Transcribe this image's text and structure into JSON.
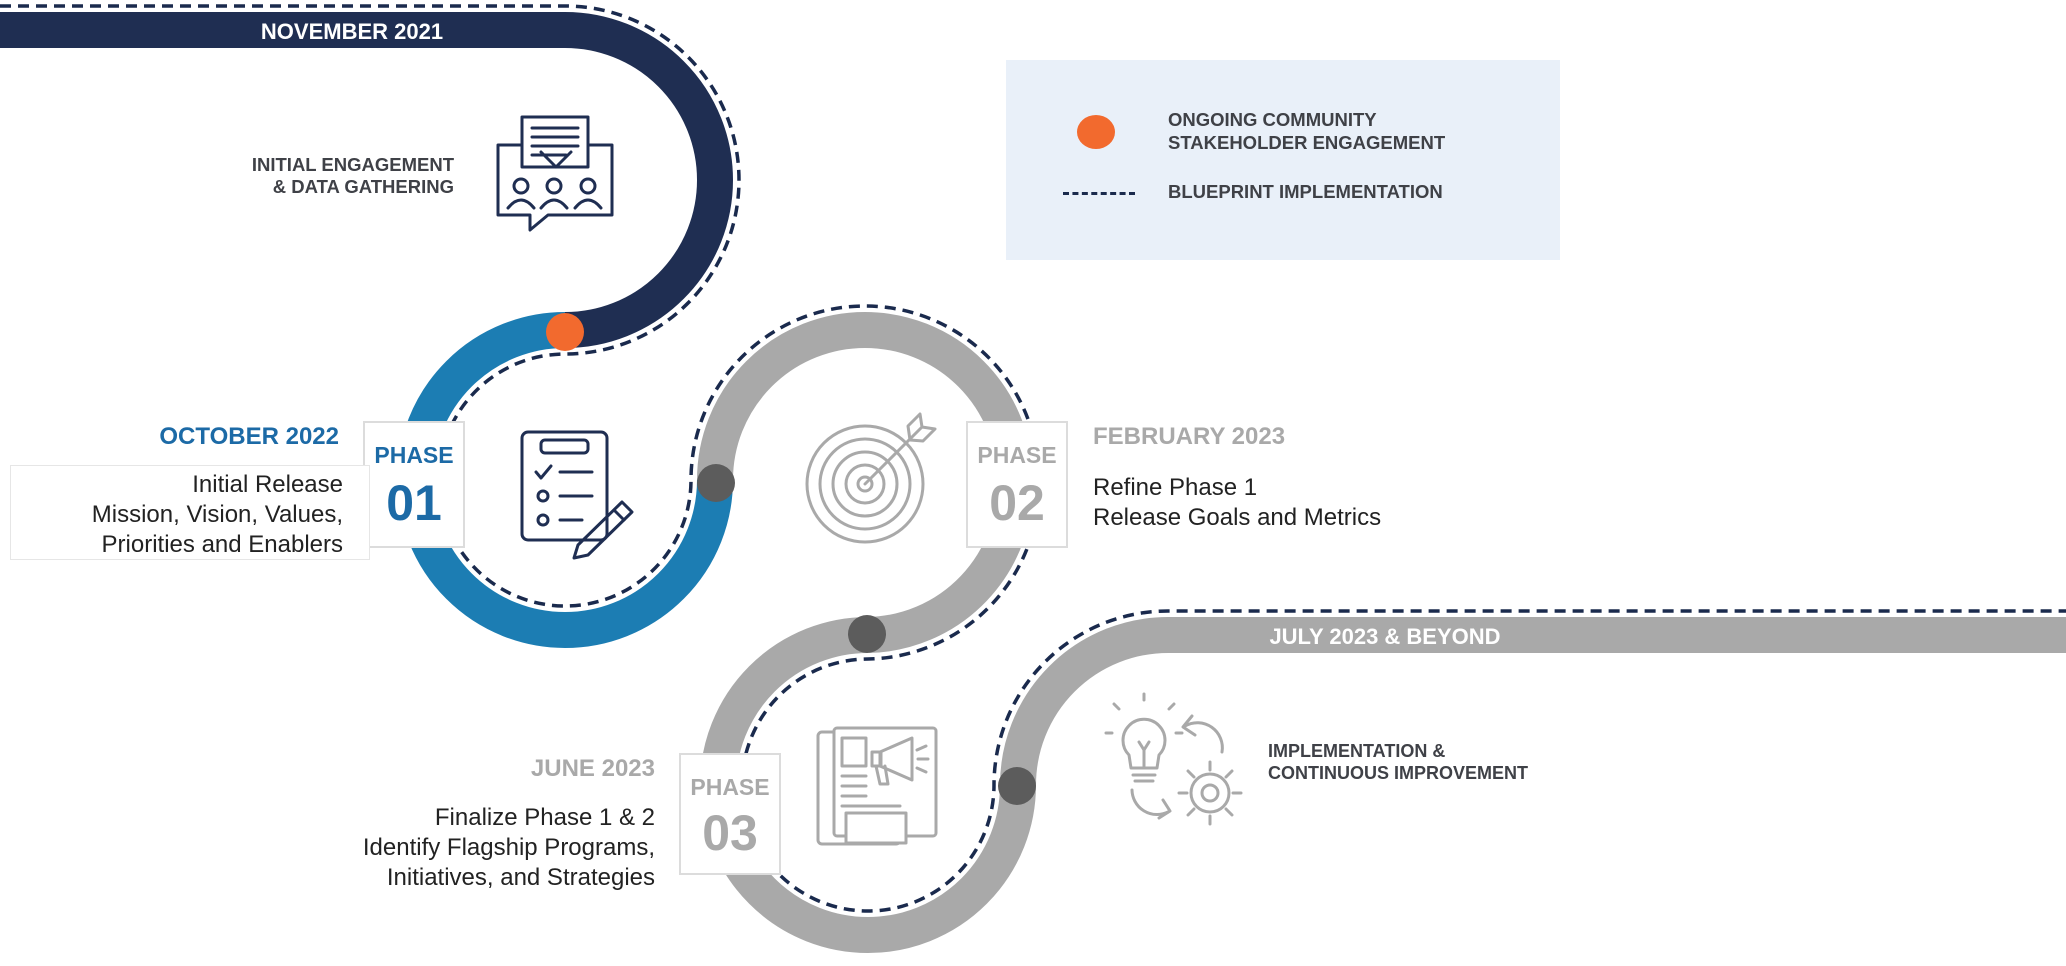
{
  "colors": {
    "navy": "#1f2e52",
    "blue": "#1c7db3",
    "gray": "#a9a9a9",
    "dark_gray": "#5c5c5c",
    "orange": "#f26a2e",
    "legend_bg": "#e9f0f9",
    "phase1_text": "#1c6aa6",
    "phase_gray_text": "#a9a9a9"
  },
  "start": {
    "date": "NOVEMBER 2021",
    "label_line1": "INITIAL ENGAGEMENT",
    "label_line2": "& DATA GATHERING",
    "icon": "community-discussion-icon"
  },
  "phases": [
    {
      "phase_word": "PHASE",
      "number": "01",
      "date": "OCTOBER 2022",
      "lines": [
        "Initial Release",
        "Mission, Vision, Values,",
        "Priorities and Enablers"
      ],
      "icon": "checklist-clipboard-icon"
    },
    {
      "phase_word": "PHASE",
      "number": "02",
      "date": "FEBRUARY 2023",
      "lines": [
        "Refine Phase 1",
        "Release Goals and Metrics"
      ],
      "icon": "target-arrow-icon"
    },
    {
      "phase_word": "PHASE",
      "number": "03",
      "date": "JUNE 2023",
      "lines": [
        "Finalize Phase 1 & 2",
        "Identify Flagship Programs,",
        "Initiatives, and Strategies"
      ],
      "icon": "newspaper-megaphone-icon"
    }
  ],
  "end": {
    "date": "JULY 2023 & BEYOND",
    "label_line1": "IMPLEMENTATION &",
    "label_line2": "CONTINUOUS IMPROVEMENT",
    "icon": "lightbulb-gear-cycle-icon"
  },
  "legend": {
    "items": [
      {
        "marker": "orange-dot-icon",
        "line1": "ONGOING COMMUNITY",
        "line2": "STAKEHOLDER ENGAGEMENT"
      },
      {
        "marker": "dashed-line-icon",
        "line1": "BLUEPRINT IMPLEMENTATION",
        "line2": ""
      }
    ]
  }
}
